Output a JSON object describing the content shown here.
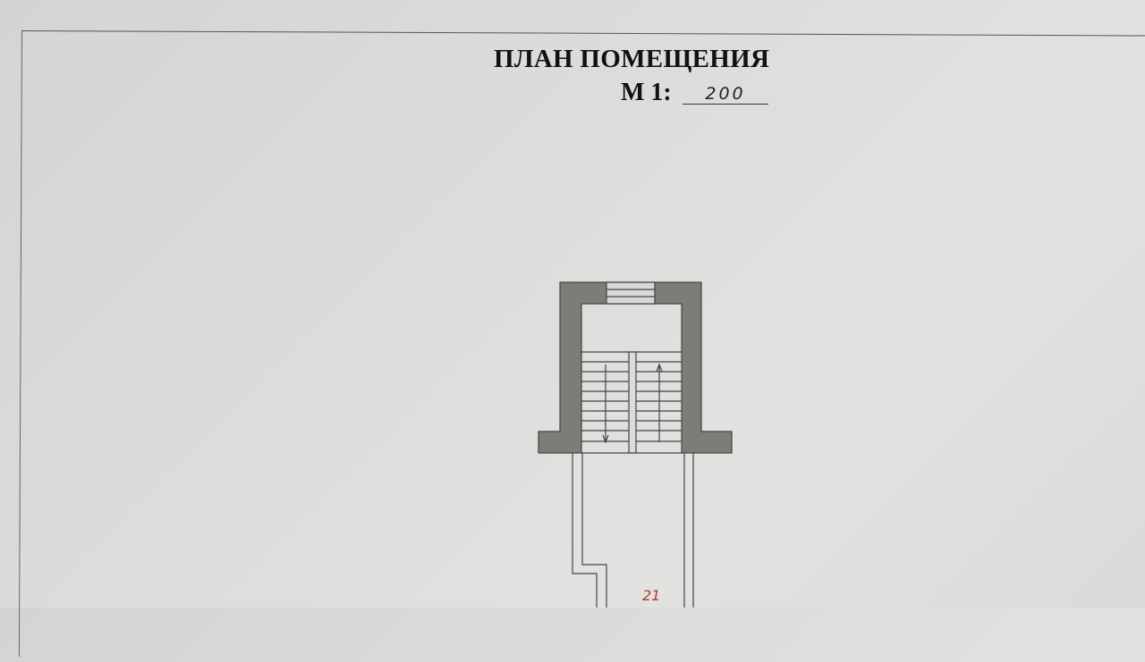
{
  "document": {
    "title": "ПЛАН ПОМЕЩЕНИЯ",
    "scale_label": "М 1:",
    "scale_value": "200",
    "room_number": "21"
  },
  "colors": {
    "wall_fill": "#7d7d78",
    "line": "#444444",
    "room_number": "#b03a2e"
  }
}
